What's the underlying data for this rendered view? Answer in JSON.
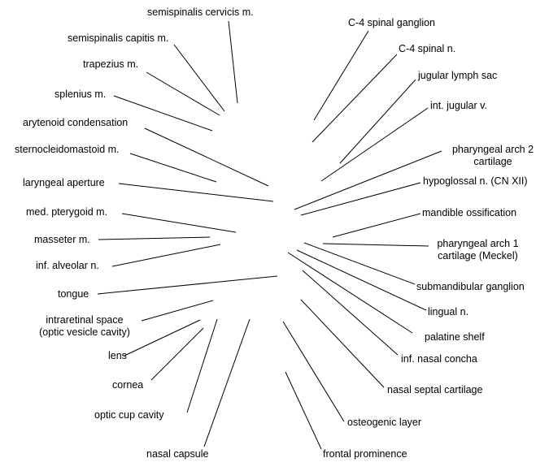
{
  "labels": {
    "semispinalis_cervicis": "semispinalis cervicis m.",
    "semispinalis_capitis": "semispinalis capitis m.",
    "trapezius": "trapezius m.",
    "splenius": "splenius m.",
    "arytenoid_condensation": "arytenoid condensation",
    "sternocleidomastoid": "sternocleidomastoid m.",
    "laryngeal_aperture": "laryngeal aperture",
    "med_pterygoid": "med. pterygoid m.",
    "masseter": "masseter m.",
    "inf_alveolar_n": "inf. alveolar n.",
    "tongue": "tongue",
    "intraretinal_space_line1": "intraretinal space",
    "intraretinal_space_line2": "(optic vesicle cavity)",
    "lens": "lens",
    "cornea": "cornea",
    "optic_cup_cavity": "optic cup cavity",
    "nasal_capsule": "nasal capsule",
    "c4_spinal_ganglion": "C-4 spinal ganglion",
    "c4_spinal_n": "C-4 spinal n.",
    "jugular_lymph_sac": "jugular lymph sac",
    "int_jugular_v": "int. jugular v.",
    "pharyngeal_arch2_line1": "pharyngeal arch 2",
    "pharyngeal_arch2_line2": "cartilage",
    "hypoglossal_n": "hypoglossal n. (CN XII)",
    "mandible_ossification": "mandible ossification",
    "pharyngeal_arch1_line1": "pharyngeal arch 1",
    "pharyngeal_arch1_line2": "cartilage (Meckel)",
    "submandibular_ganglion": "submandibular ganglion",
    "lingual_n": "lingual n.",
    "palatine_shelf": "palatine shelf",
    "inf_nasal_concha": "inf. nasal concha",
    "nasal_septal_cartilage": "nasal septal cartilage",
    "osteogenic_layer": "osteogenic layer",
    "frontal_prominence": "frontal prominence"
  }
}
